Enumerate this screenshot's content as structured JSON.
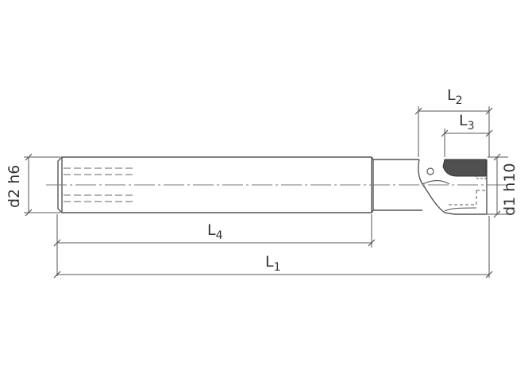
{
  "dimensions": {
    "shank_diameter": {
      "symbol": "d",
      "index": "2",
      "tolerance": "h6"
    },
    "cutting_diameter": {
      "symbol": "d",
      "index": "1",
      "tolerance": "h10"
    },
    "shank_length": {
      "symbol": "L",
      "index": "4"
    },
    "overall_length": {
      "symbol": "L",
      "index": "1"
    },
    "head_length": {
      "symbol": "L",
      "index": "2"
    },
    "cutting_edge_length": {
      "symbol": "L",
      "index": "3"
    }
  },
  "colors": {
    "line": "#555555",
    "insert": "#505050",
    "background": "#ffffff"
  }
}
